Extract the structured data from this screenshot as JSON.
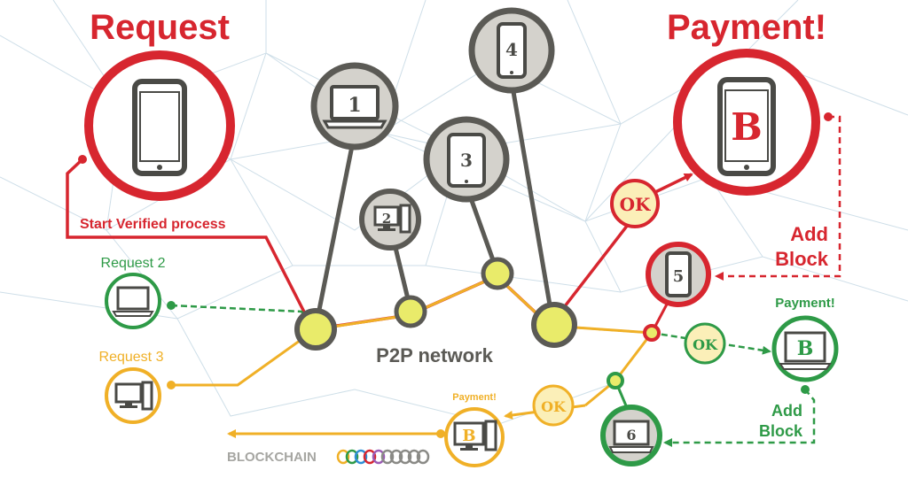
{
  "titles": {
    "request": "Request",
    "payment": "Payment!",
    "start_verified": "Start Verified process",
    "add_block_top_line1": "Add",
    "add_block_top_line2": "Block",
    "add_block_bottom_line1": "Add",
    "add_block_bottom_line2": "Block",
    "request2": "Request 2",
    "request3": "Request 3",
    "payment_green": "Payment!",
    "payment_orange": "Payment!",
    "p2p": "P2P network",
    "blockchain": "BLOCKCHAIN"
  },
  "ok_labels": {
    "red": "OK",
    "green": "OK",
    "orange": "OK"
  },
  "nodes": {
    "n1": "1",
    "n2": "2",
    "n3": "3",
    "n4": "4",
    "n5": "5",
    "n6": "6"
  },
  "symbols": {
    "bitcoin": "B"
  },
  "colors": {
    "red": "#d7262f",
    "green": "#2e9a47",
    "orange": "#f0b027",
    "node_fill": "#d4d2cc",
    "node_stroke": "#5b5a55",
    "yellow_hub": "#eef26a"
  }
}
